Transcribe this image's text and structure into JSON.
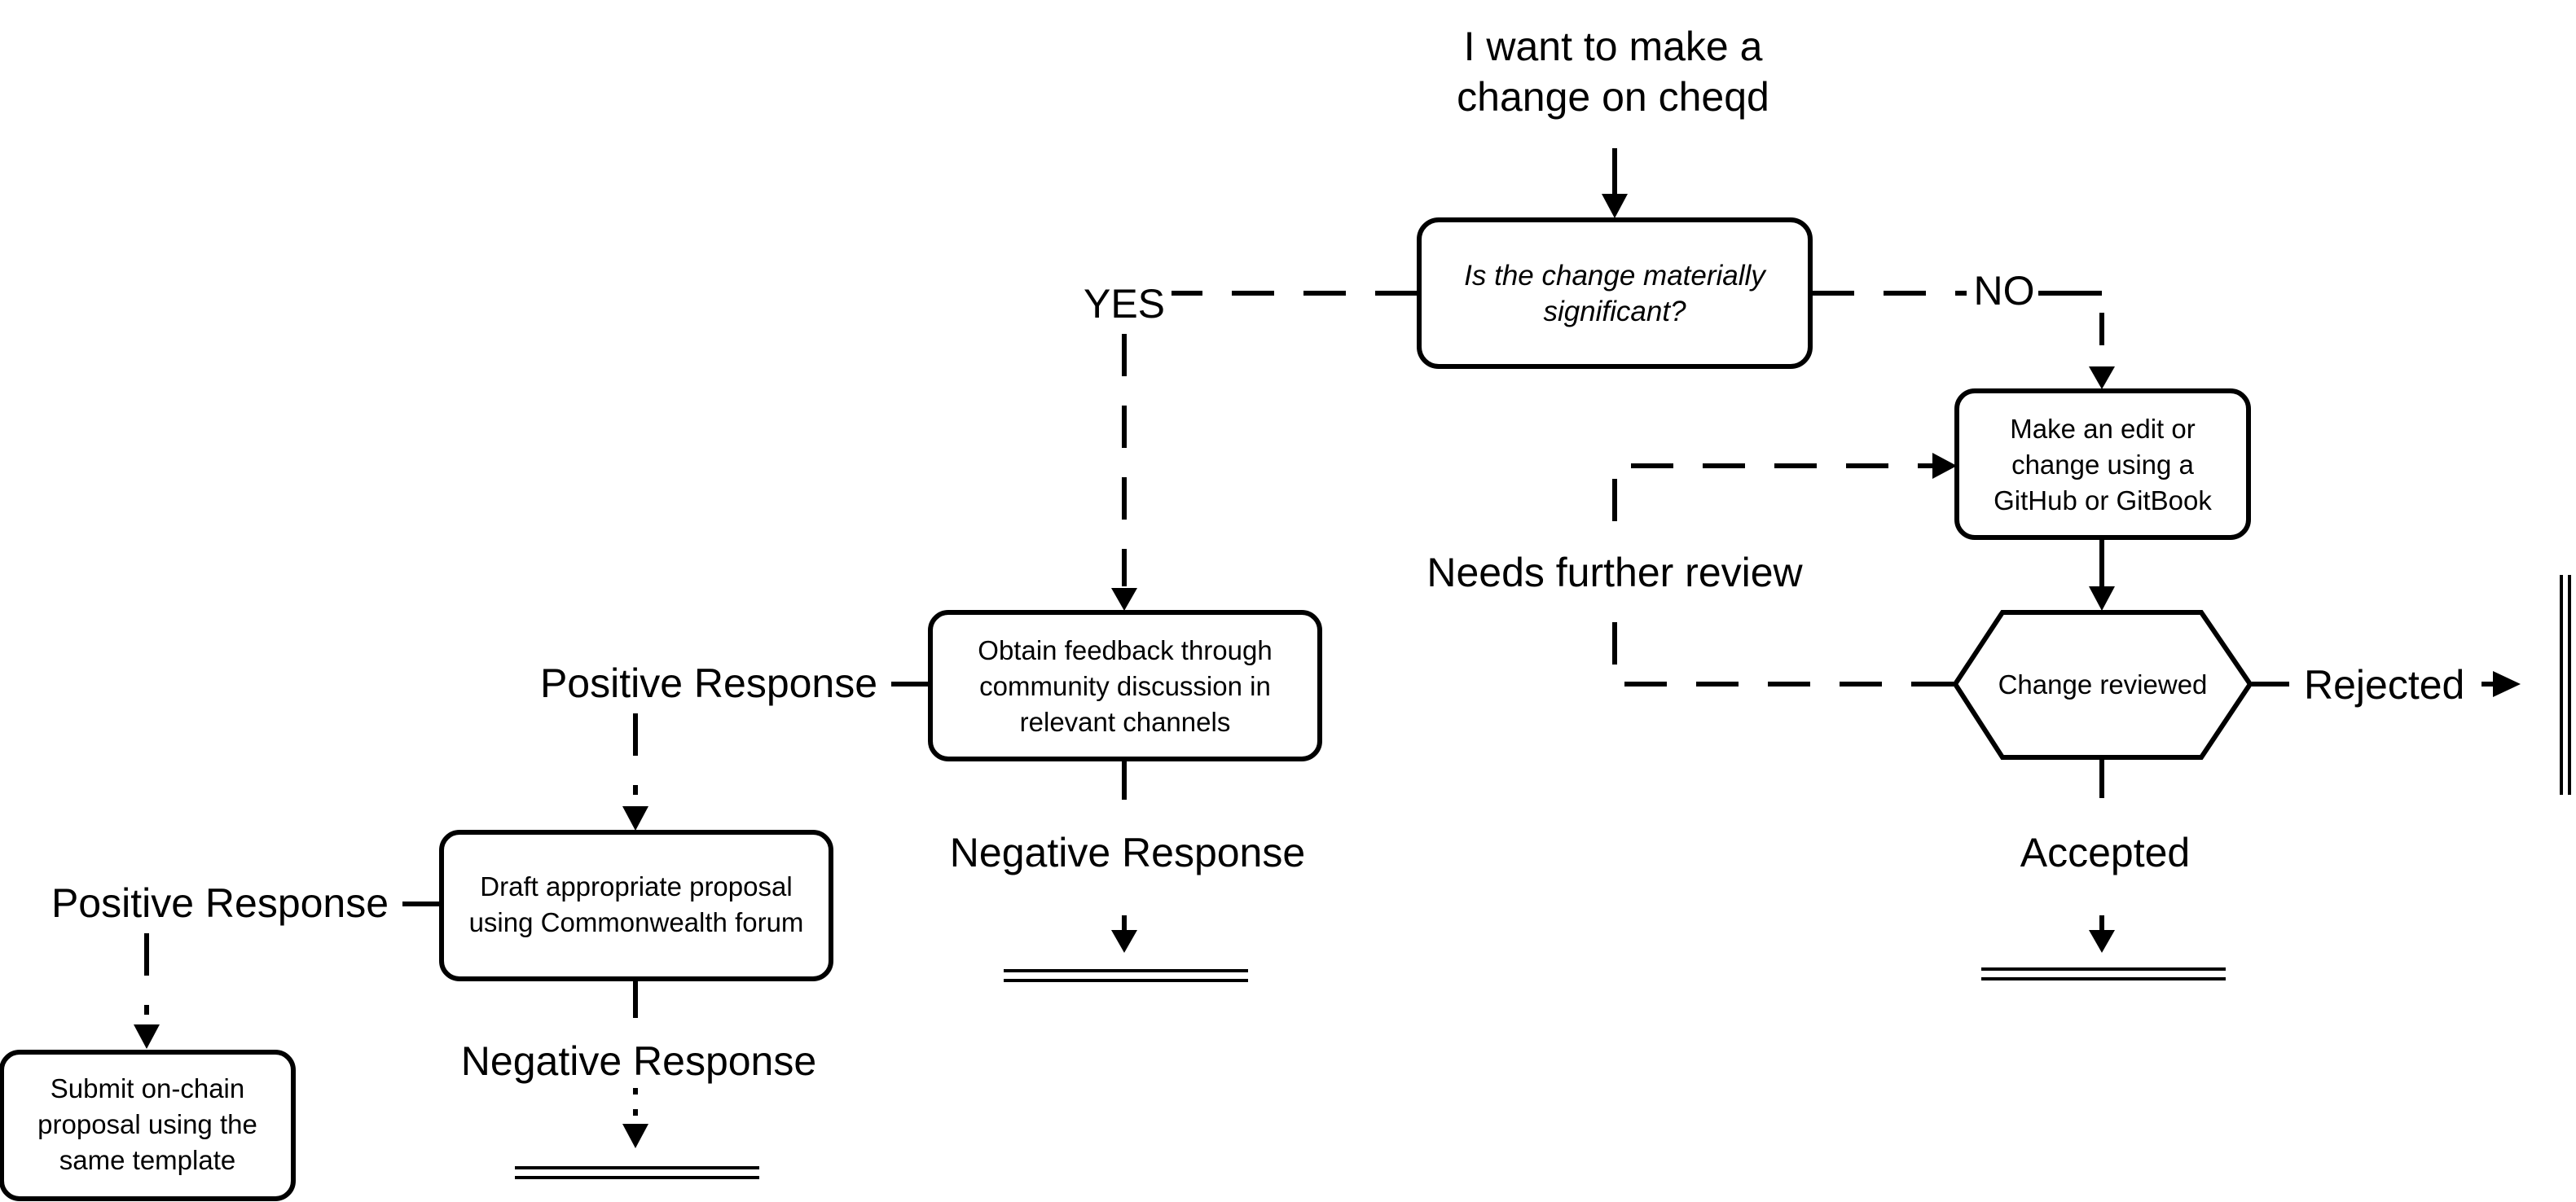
{
  "start": {
    "line1": "I want to make a",
    "line2": "change on cheqd"
  },
  "decision": {
    "line1": "Is the change materially",
    "line2": "significant?"
  },
  "labels": {
    "yes": "YES",
    "no": "NO",
    "needs_review": "Needs further review",
    "rejected": "Rejected",
    "accepted": "Accepted",
    "positive_1": "Positive Response",
    "negative_1": "Negative Response",
    "positive_2": "Positive Response",
    "negative_2": "Negative Response"
  },
  "nodes": {
    "edit": {
      "line1": "Make an edit or",
      "line2": "change using a",
      "line3": "GitHub or GitBook"
    },
    "review": {
      "line1": "Change reviewed"
    },
    "feedback": {
      "line1": "Obtain feedback through",
      "line2": "community discussion in",
      "line3": "relevant channels"
    },
    "draft": {
      "line1": "Draft appropriate proposal",
      "line2": "using Commonwealth forum"
    },
    "submit": {
      "line1": "Submit on-chain",
      "line2": "proposal using the",
      "line3": "same template"
    }
  }
}
